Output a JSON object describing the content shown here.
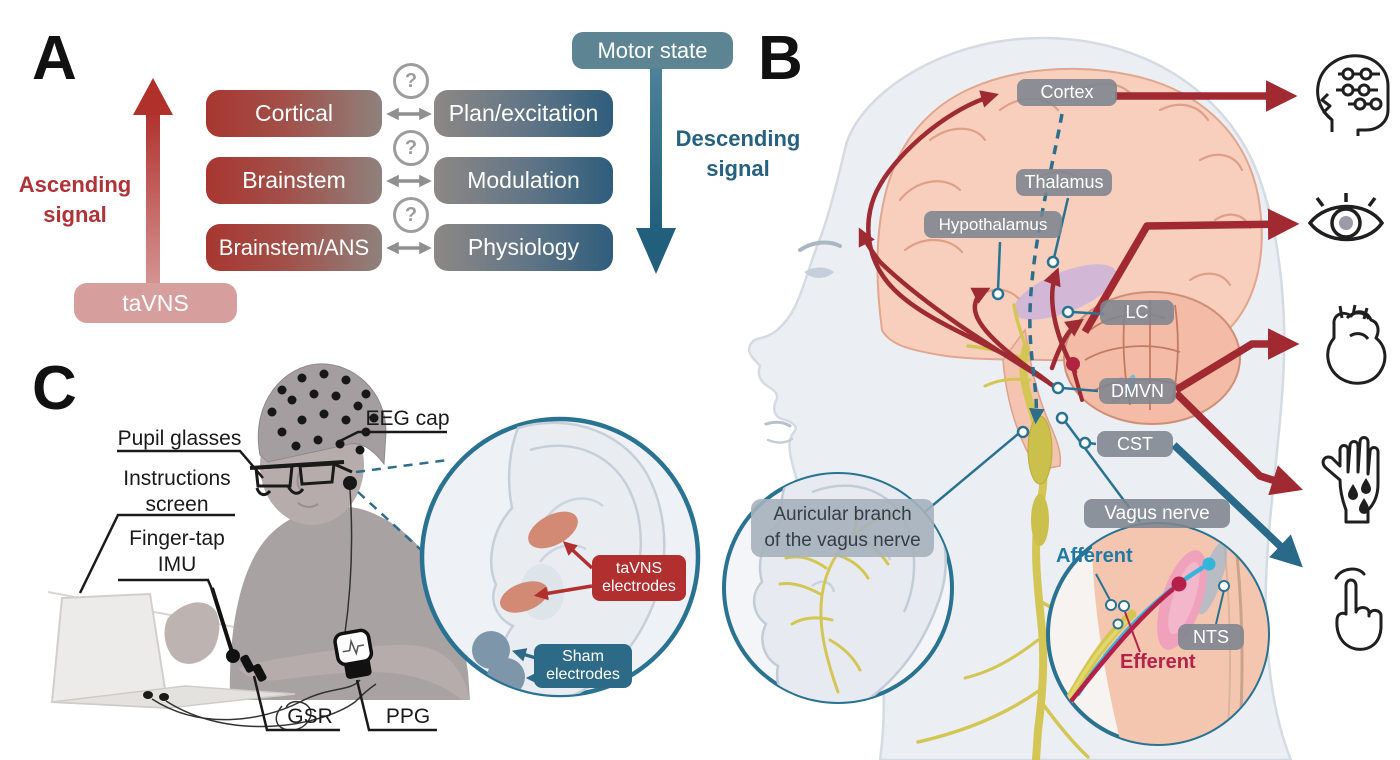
{
  "figure": {
    "panel_a": {
      "letter": "A",
      "ascending_line1": "Ascending",
      "ascending_line2": "signal",
      "descending_line1": "Descending",
      "descending_line2": "signal",
      "tavns_label": "taVNS",
      "motor_state_label": "Motor state",
      "question_mark": "?",
      "rows": [
        {
          "left": "Cortical",
          "right": "Plan/excitation"
        },
        {
          "left": "Brainstem",
          "right": "Modulation"
        },
        {
          "left": "Brainstem/ANS",
          "right": "Physiology"
        }
      ]
    },
    "panel_b": {
      "letter": "B",
      "labels": {
        "cortex": "Cortex",
        "thalamus": "Thalamus",
        "hypothalamus": "Hypothalamus",
        "lc": "LC",
        "dmvn": "DMVN",
        "cst": "CST"
      },
      "auricular_inset": {
        "line1": "Auricular branch",
        "line2": "of the vagus nerve"
      },
      "vagus_inset": {
        "title": "Vagus nerve",
        "afferent": "Afferent",
        "efferent": "Efferent",
        "nts": "NTS"
      },
      "icons": [
        "eeg-head",
        "eye",
        "heart",
        "sweat-hand",
        "finger-tap"
      ]
    },
    "panel_c": {
      "letter": "C",
      "labels": {
        "pupil_glasses": "Pupil glasses",
        "instructions_line1": "Instructions",
        "instructions_line2": "screen",
        "finger_tap_line1": "Finger-tap",
        "finger_tap_line2": "IMU",
        "eeg_cap": "EEG cap",
        "gsr": "GSR",
        "ppg": "PPG"
      },
      "ear_inset": {
        "tavns_line1": "taVNS",
        "tavns_line2": "electrodes",
        "sham_line1": "Sham",
        "sham_line2": "electrodes"
      }
    },
    "colors": {
      "ascending_red": "#b0302c",
      "descending_teal": "#2e6b85",
      "pathway_red": "#9e2b33",
      "accent_teal": "#2a7292",
      "pill_gray": "#7d858f",
      "afferent_blue": "#2179a3",
      "efferent_red": "#b5224c",
      "tavns_badge_red": "#b22f2f",
      "sham_badge_teal": "#2d6a88",
      "nerve_yellow": "#d4c654",
      "brain_salmon": "#f8cfbd"
    }
  }
}
